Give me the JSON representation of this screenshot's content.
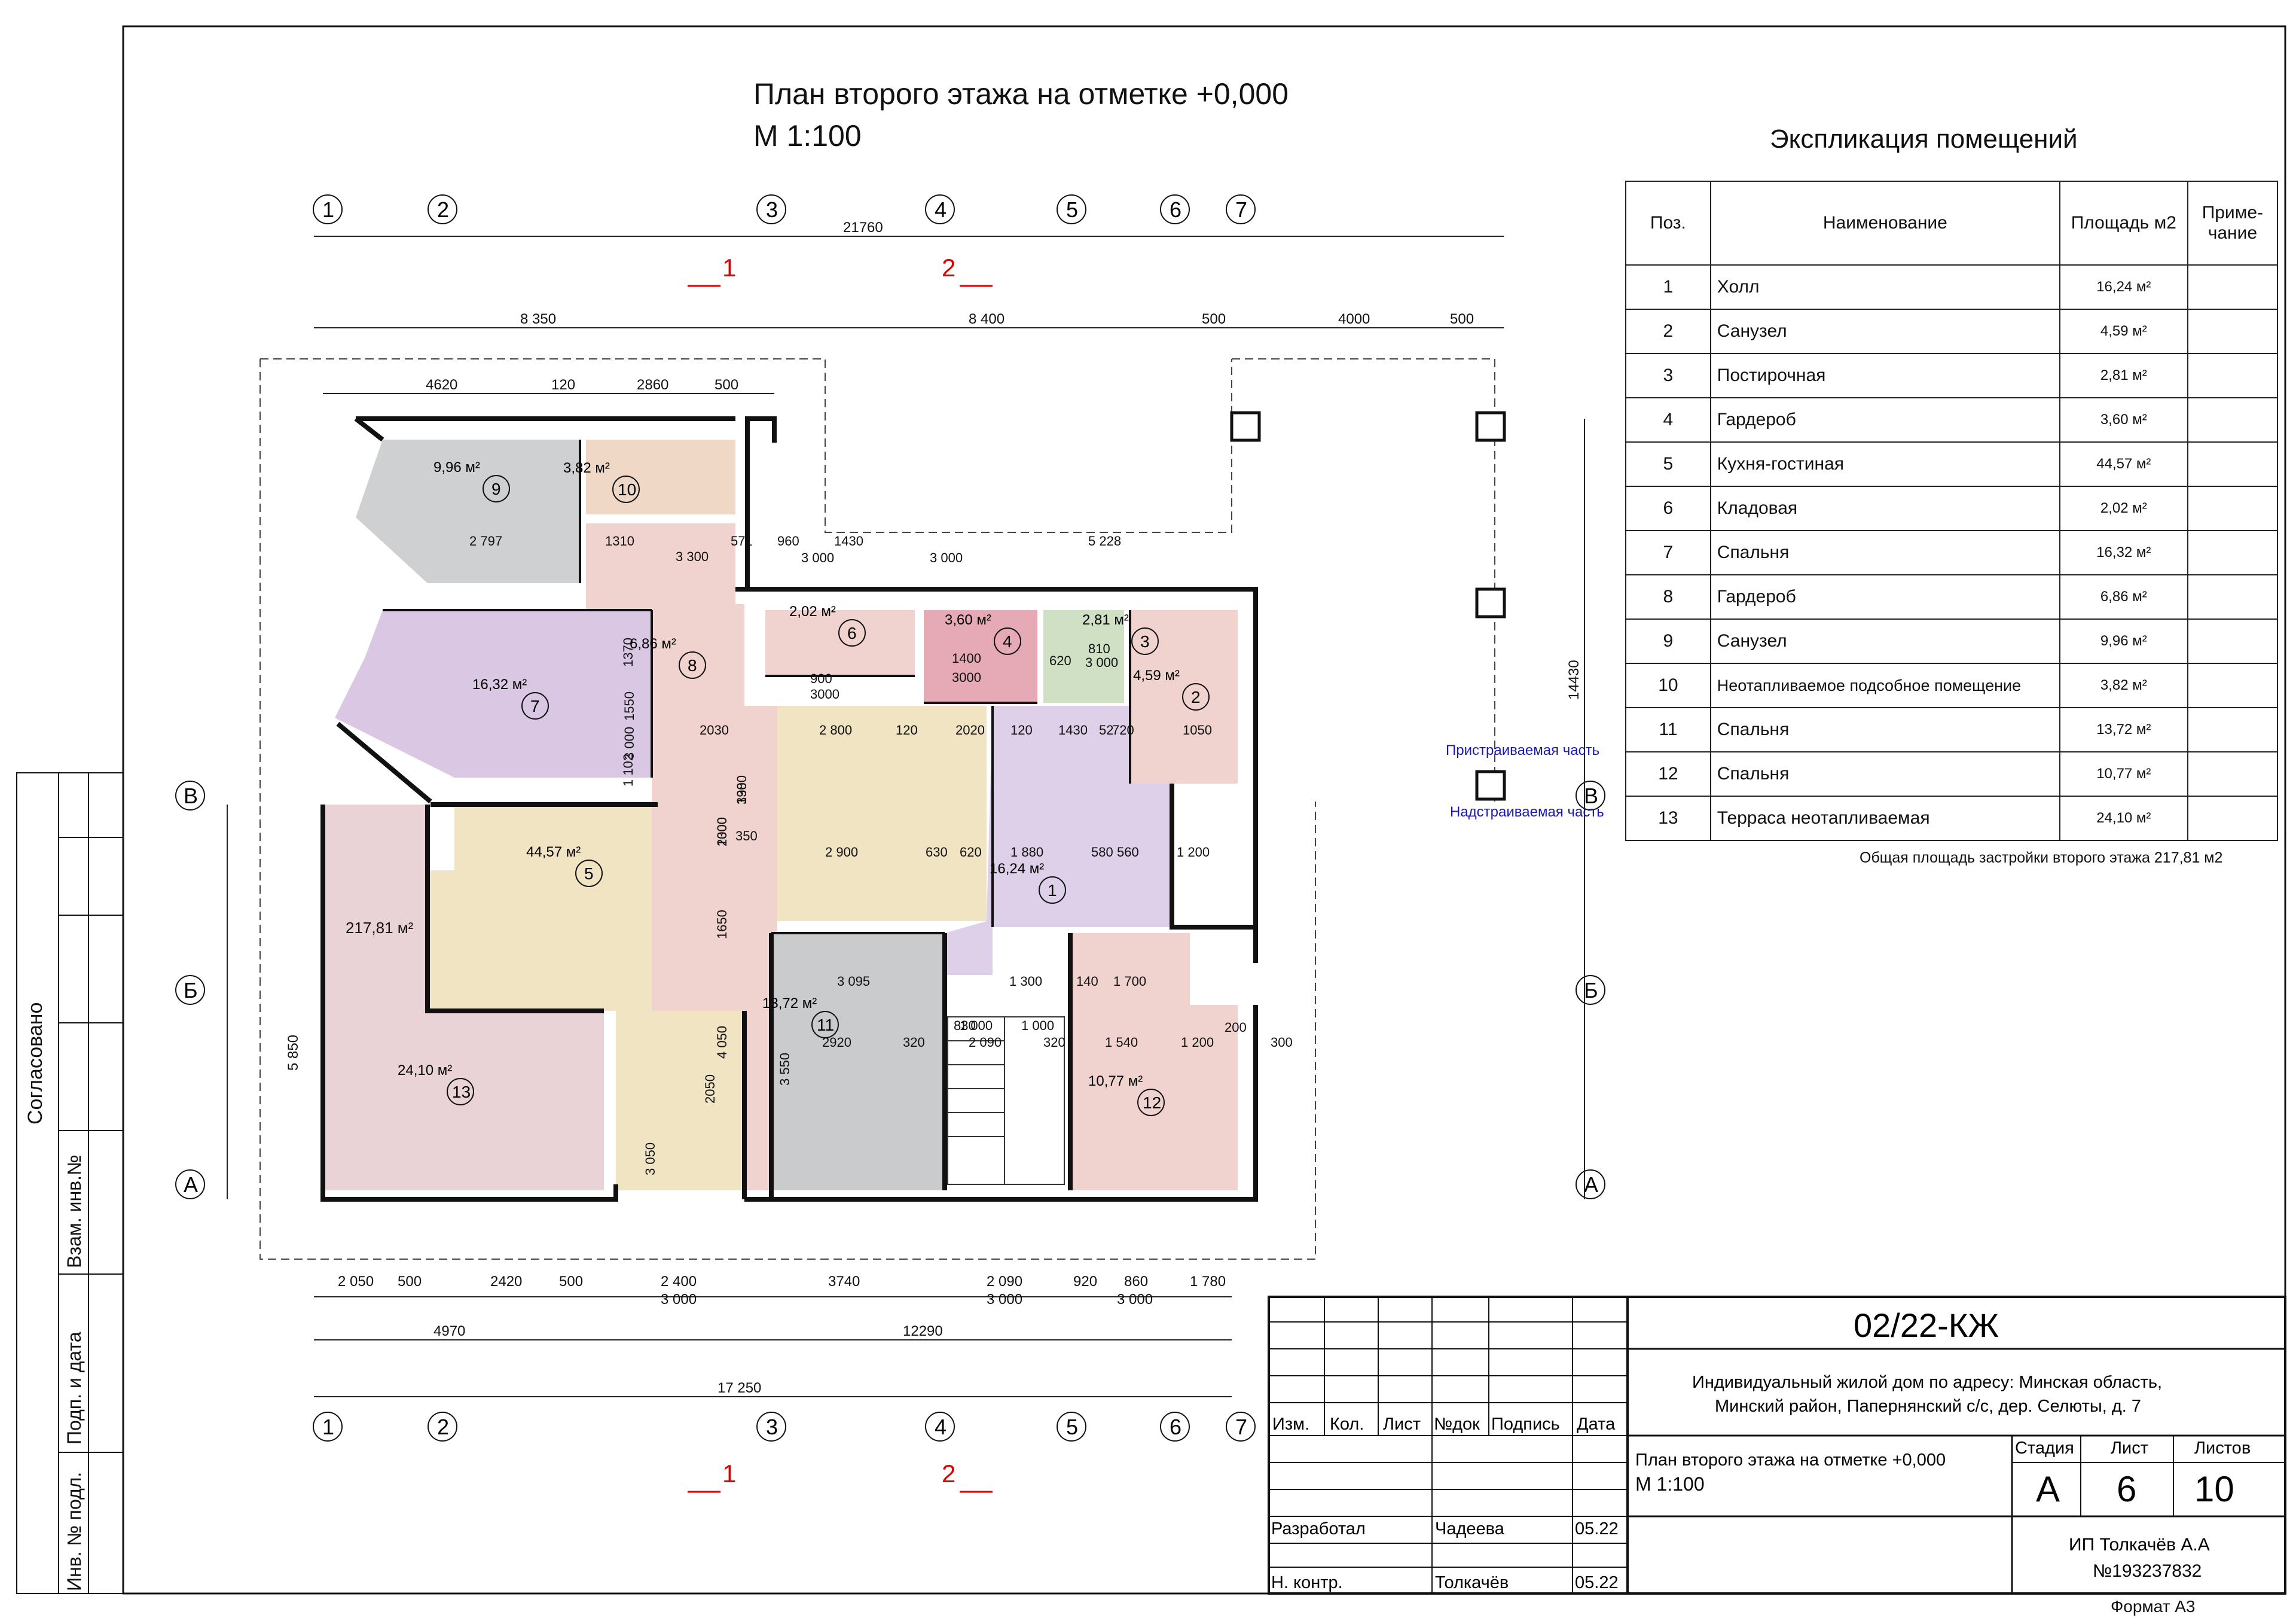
{
  "drawing": {
    "title_line1": "План второго этажа на отметке +0,000",
    "title_line2": "М 1:100",
    "axes_numbers": [
      "1",
      "2",
      "3",
      "4",
      "5",
      "6",
      "7"
    ],
    "axes_letters": [
      "В",
      "Б",
      "А"
    ],
    "section_marks": [
      "1",
      "2"
    ],
    "extension_label_1": "Пристраиваемая часть",
    "extension_label_2": "Надстраиваемая часть",
    "overall_dims": {
      "top_total": "21760",
      "top_left": "8 350",
      "top_mid": "8 400",
      "top_r1": "500",
      "top_r2": "4000",
      "top_r3": "500",
      "bottom_total": "17 250",
      "bottom_left": "4970",
      "bottom_right": "12290",
      "right_total": "14430",
      "left_total": "5 850"
    },
    "top_dims": [
      "4620",
      "120",
      "2860",
      "500"
    ],
    "bottom_dims": [
      "2 050",
      "500",
      "2420",
      "500",
      "2 400",
      "3740",
      "2 090",
      "920",
      "860",
      "1 780"
    ],
    "bottom_dims2": [
      "3 000",
      "3 000",
      "3 000"
    ],
    "rooms": [
      {
        "num": "1",
        "area": "16,24 м²"
      },
      {
        "num": "2",
        "area": "4,59 м²"
      },
      {
        "num": "3",
        "area": "2,81 м²"
      },
      {
        "num": "4",
        "area": "3,60 м²"
      },
      {
        "num": "5",
        "area": "44,57 м²"
      },
      {
        "num": "6",
        "area": "2,02 м²"
      },
      {
        "num": "7",
        "area": "16,32 м²"
      },
      {
        "num": "8",
        "area": "6,86 м²"
      },
      {
        "num": "9",
        "area": "9,96 м²"
      },
      {
        "num": "10",
        "area": "3,82 м²"
      },
      {
        "num": "11",
        "area": "13,72 м²"
      },
      {
        "num": "12",
        "area": "10,77 м²"
      },
      {
        "num": "13",
        "area": "24,10 м²"
      }
    ],
    "total_area_label": "217,81 м²",
    "inner_dims": [
      "2 797",
      "1310",
      "3 300",
      "571",
      "960",
      "1430",
      "5 228",
      "3 000",
      "3 000",
      "1400",
      "3000",
      "620",
      "810",
      "3 000",
      "900",
      "3000",
      "2030",
      "2 800",
      "120",
      "2020",
      "120",
      "1430",
      "52",
      "720",
      "1050",
      "2 900",
      "350",
      "630",
      "620",
      "1 880",
      "580",
      "560",
      "1 200",
      "3 095",
      "830",
      "1 300",
      "140",
      "1 700",
      "2920",
      "320",
      "2 090",
      "320",
      "1 540",
      "1 200",
      "300",
      "1 000",
      "1 000",
      "200",
      "3380",
      "2000",
      "1650",
      "3 550",
      "4 050",
      "3 050",
      "2050",
      "1 102",
      "1370",
      "1550",
      "3 000",
      "190",
      "1300"
    ]
  },
  "explication": {
    "title": "Экспликация помещений",
    "headers": [
      "Поз.",
      "Наименование",
      "Площадь м2",
      "Приме-чание"
    ],
    "rows": [
      {
        "pos": "1",
        "name": "Холл",
        "area": "16,24 м²"
      },
      {
        "pos": "2",
        "name": "Санузел",
        "area": "4,59 м²"
      },
      {
        "pos": "3",
        "name": "Постирочная",
        "area": "2,81 м²"
      },
      {
        "pos": "4",
        "name": "Гардероб",
        "area": "3,60 м²"
      },
      {
        "pos": "5",
        "name": "Кухня-гостиная",
        "area": "44,57 м²"
      },
      {
        "pos": "6",
        "name": "Кладовая",
        "area": "2,02 м²"
      },
      {
        "pos": "7",
        "name": "Спальня",
        "area": "16,32 м²"
      },
      {
        "pos": "8",
        "name": "Гардероб",
        "area": "6,86 м²"
      },
      {
        "pos": "9",
        "name": "Санузел",
        "area": "9,96 м²"
      },
      {
        "pos": "10",
        "name": "Неотапливаемое подсобное помещение",
        "area": "3,82 м²"
      },
      {
        "pos": "11",
        "name": "Спальня",
        "area": "13,72 м²"
      },
      {
        "pos": "12",
        "name": "Спальня",
        "area": "10,77 м²"
      },
      {
        "pos": "13",
        "name": "Терраса неотапливаемая",
        "area": "24,10 м²"
      }
    ],
    "total_note": "Общая площадь застройки второго этажа 217,81 м2"
  },
  "side": {
    "agreed": "Согласовано",
    "vzam": "Взам. инв.№",
    "podp": "Подп. и дата",
    "inv": "Инв. № подл."
  },
  "stamp": {
    "code": "02/22-КЖ",
    "object_line1": "Индивидуальный жилой дом по адресу: Минская область,",
    "object_line2": "Минский район, Папернянский с/с, дер. Селюты, д. 7",
    "col_headers": [
      "Изм.",
      "Кол.",
      "Лист",
      "№док",
      "Подпись",
      "Дата"
    ],
    "sheet_title_1": "План второго этажа на отметке +0,000",
    "sheet_title_2": "М 1:100",
    "stage_label": "Стадия",
    "sheet_label": "Лист",
    "sheets_label": "Листов",
    "stage": "А",
    "sheet": "6",
    "sheets": "10",
    "developed_label": "Разработал",
    "developed_name": "Чадеева",
    "developed_date": "05.22",
    "control_label": "Н. контр.",
    "control_name": "Толкачёв",
    "control_date": "05.22",
    "company": "ИП Толкачёв А.А",
    "company_id": "№193237832"
  },
  "format": "Формат А3"
}
